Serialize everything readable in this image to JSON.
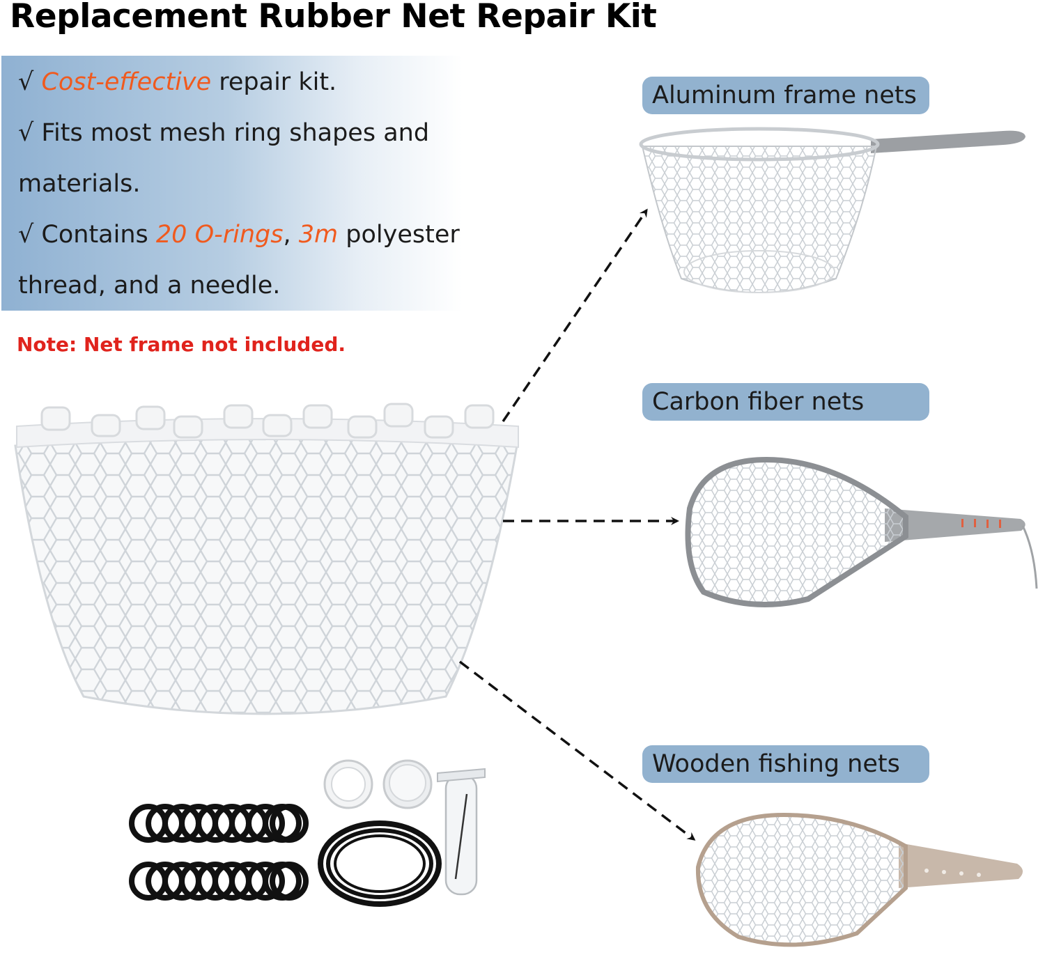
{
  "title": "Replacement Rubber Net Repair Kit",
  "features": {
    "line1_prefix": "√ ",
    "line1_highlight": "Cost-effective",
    "line1_suffix": " repair kit.",
    "line2": "√ Fits most mesh ring shapes and",
    "line3": "materials.",
    "line4_prefix": "√ Contains ",
    "line4_highlight1": "20 O-rings",
    "line4_sep": ", ",
    "line4_highlight2": "3m",
    "line4_suffix": " polyester",
    "line5": "thread, and a needle."
  },
  "note": "Note: Net frame not included.",
  "labels": {
    "aluminum": "Aluminum frame nets",
    "carbon": "Carbon fiber nets",
    "wooden": "Wooden fishing nets"
  },
  "colors": {
    "label_bg": "#92b2cf",
    "highlight": "#f05a1e",
    "note": "#e0231c"
  }
}
